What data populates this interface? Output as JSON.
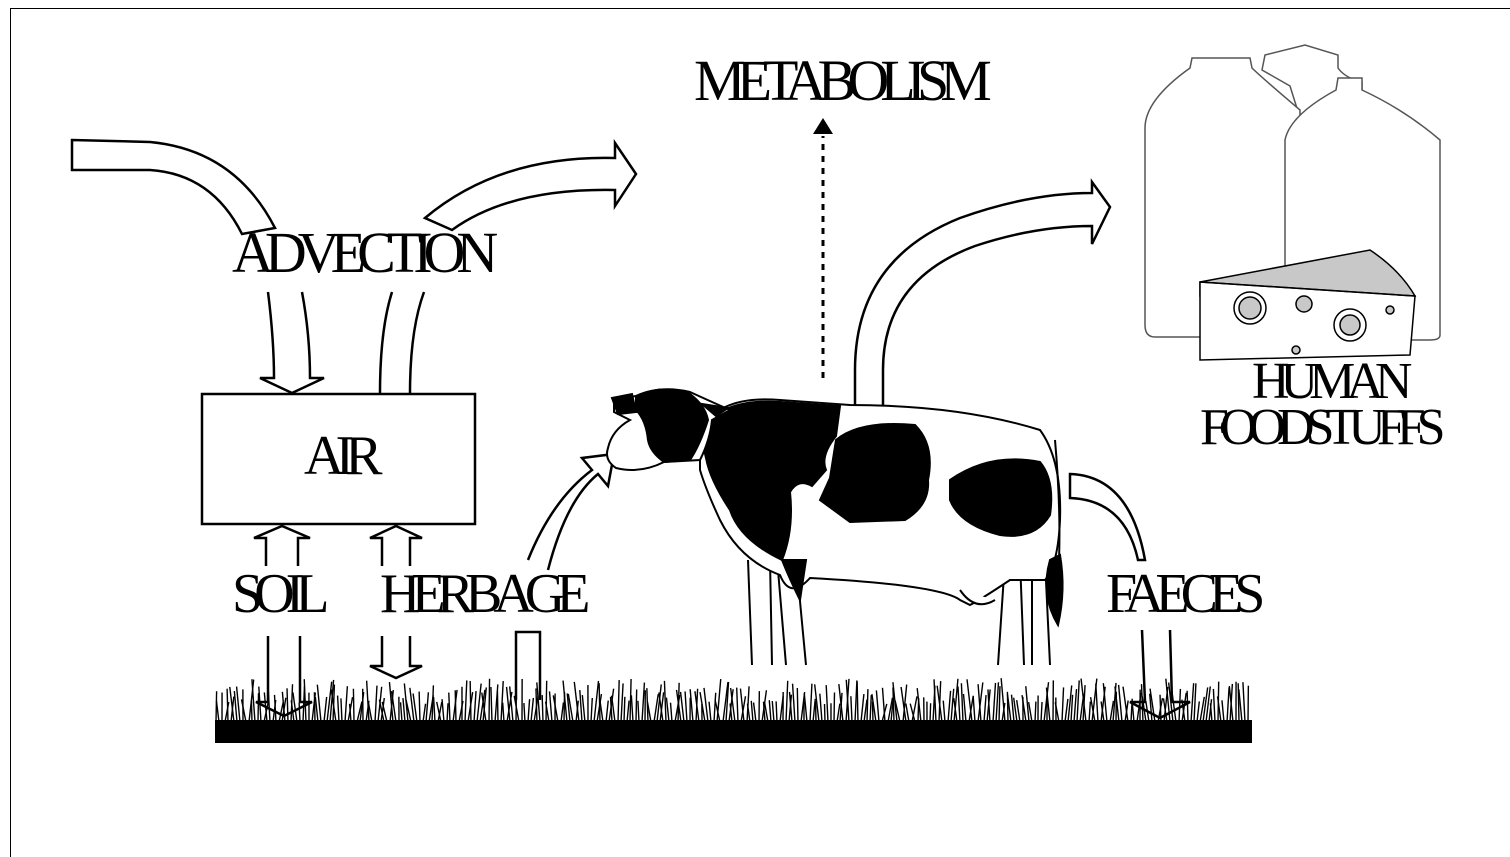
{
  "labels": {
    "metabolism": "METABOLISM",
    "advection": "ADVECTION",
    "air": "AIR",
    "soil": "SOIL",
    "herbage": "HERBAGE",
    "faeces": "FAECES",
    "human_line1": "HUMAN",
    "human_line2": "FOODSTUFFS"
  },
  "colors": {
    "ink": "#000000",
    "paper": "#ffffff",
    "cheese": "#c8c8c8",
    "bottle": "#ffffff"
  }
}
